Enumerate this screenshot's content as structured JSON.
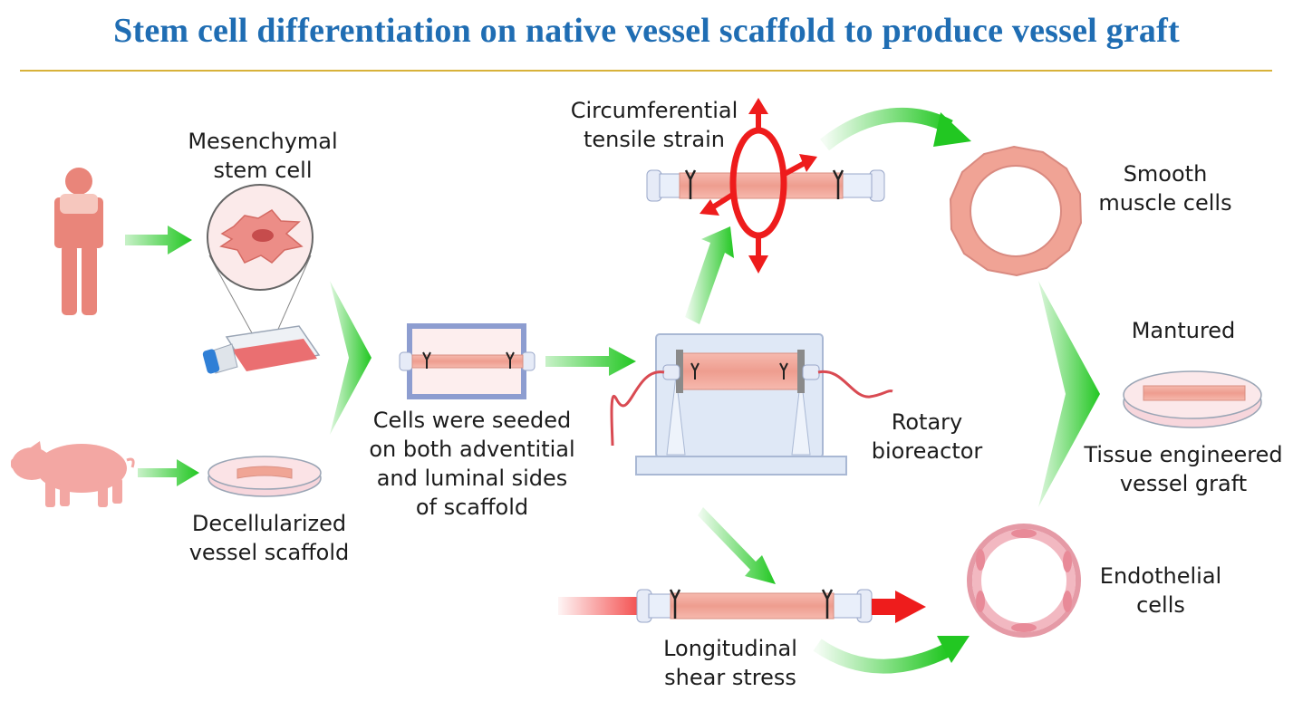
{
  "title": "Stem cell differentiation on native vessel scaffold to produce vessel graft",
  "labels": {
    "msc": [
      "Mesenchymal",
      "stem cell"
    ],
    "scaffold": [
      "Decellularized",
      "vessel scaffold"
    ],
    "seeded": [
      "Cells were seeded",
      "on both adventitial",
      "and luminal sides",
      "of scaffold"
    ],
    "strain": [
      "Circumferential",
      "tensile strain"
    ],
    "bioreactor": [
      "Rotary",
      "bioreactor"
    ],
    "shear": [
      "Longitudinal",
      "shear stress"
    ],
    "smc": [
      "Smooth",
      "muscle cells"
    ],
    "matured": "Mantured",
    "graft": [
      "Tissue engineered",
      "vessel graft"
    ],
    "endo": [
      "Endothelial",
      "cells"
    ]
  },
  "colors": {
    "title": "#1f6db3",
    "rule": "#d8b23a",
    "arrow_green": "#22c722",
    "force_red": "#ee1c1c",
    "tissue": "#f2a79c",
    "human": "#e9857a",
    "pig": "#f3a7a3"
  }
}
